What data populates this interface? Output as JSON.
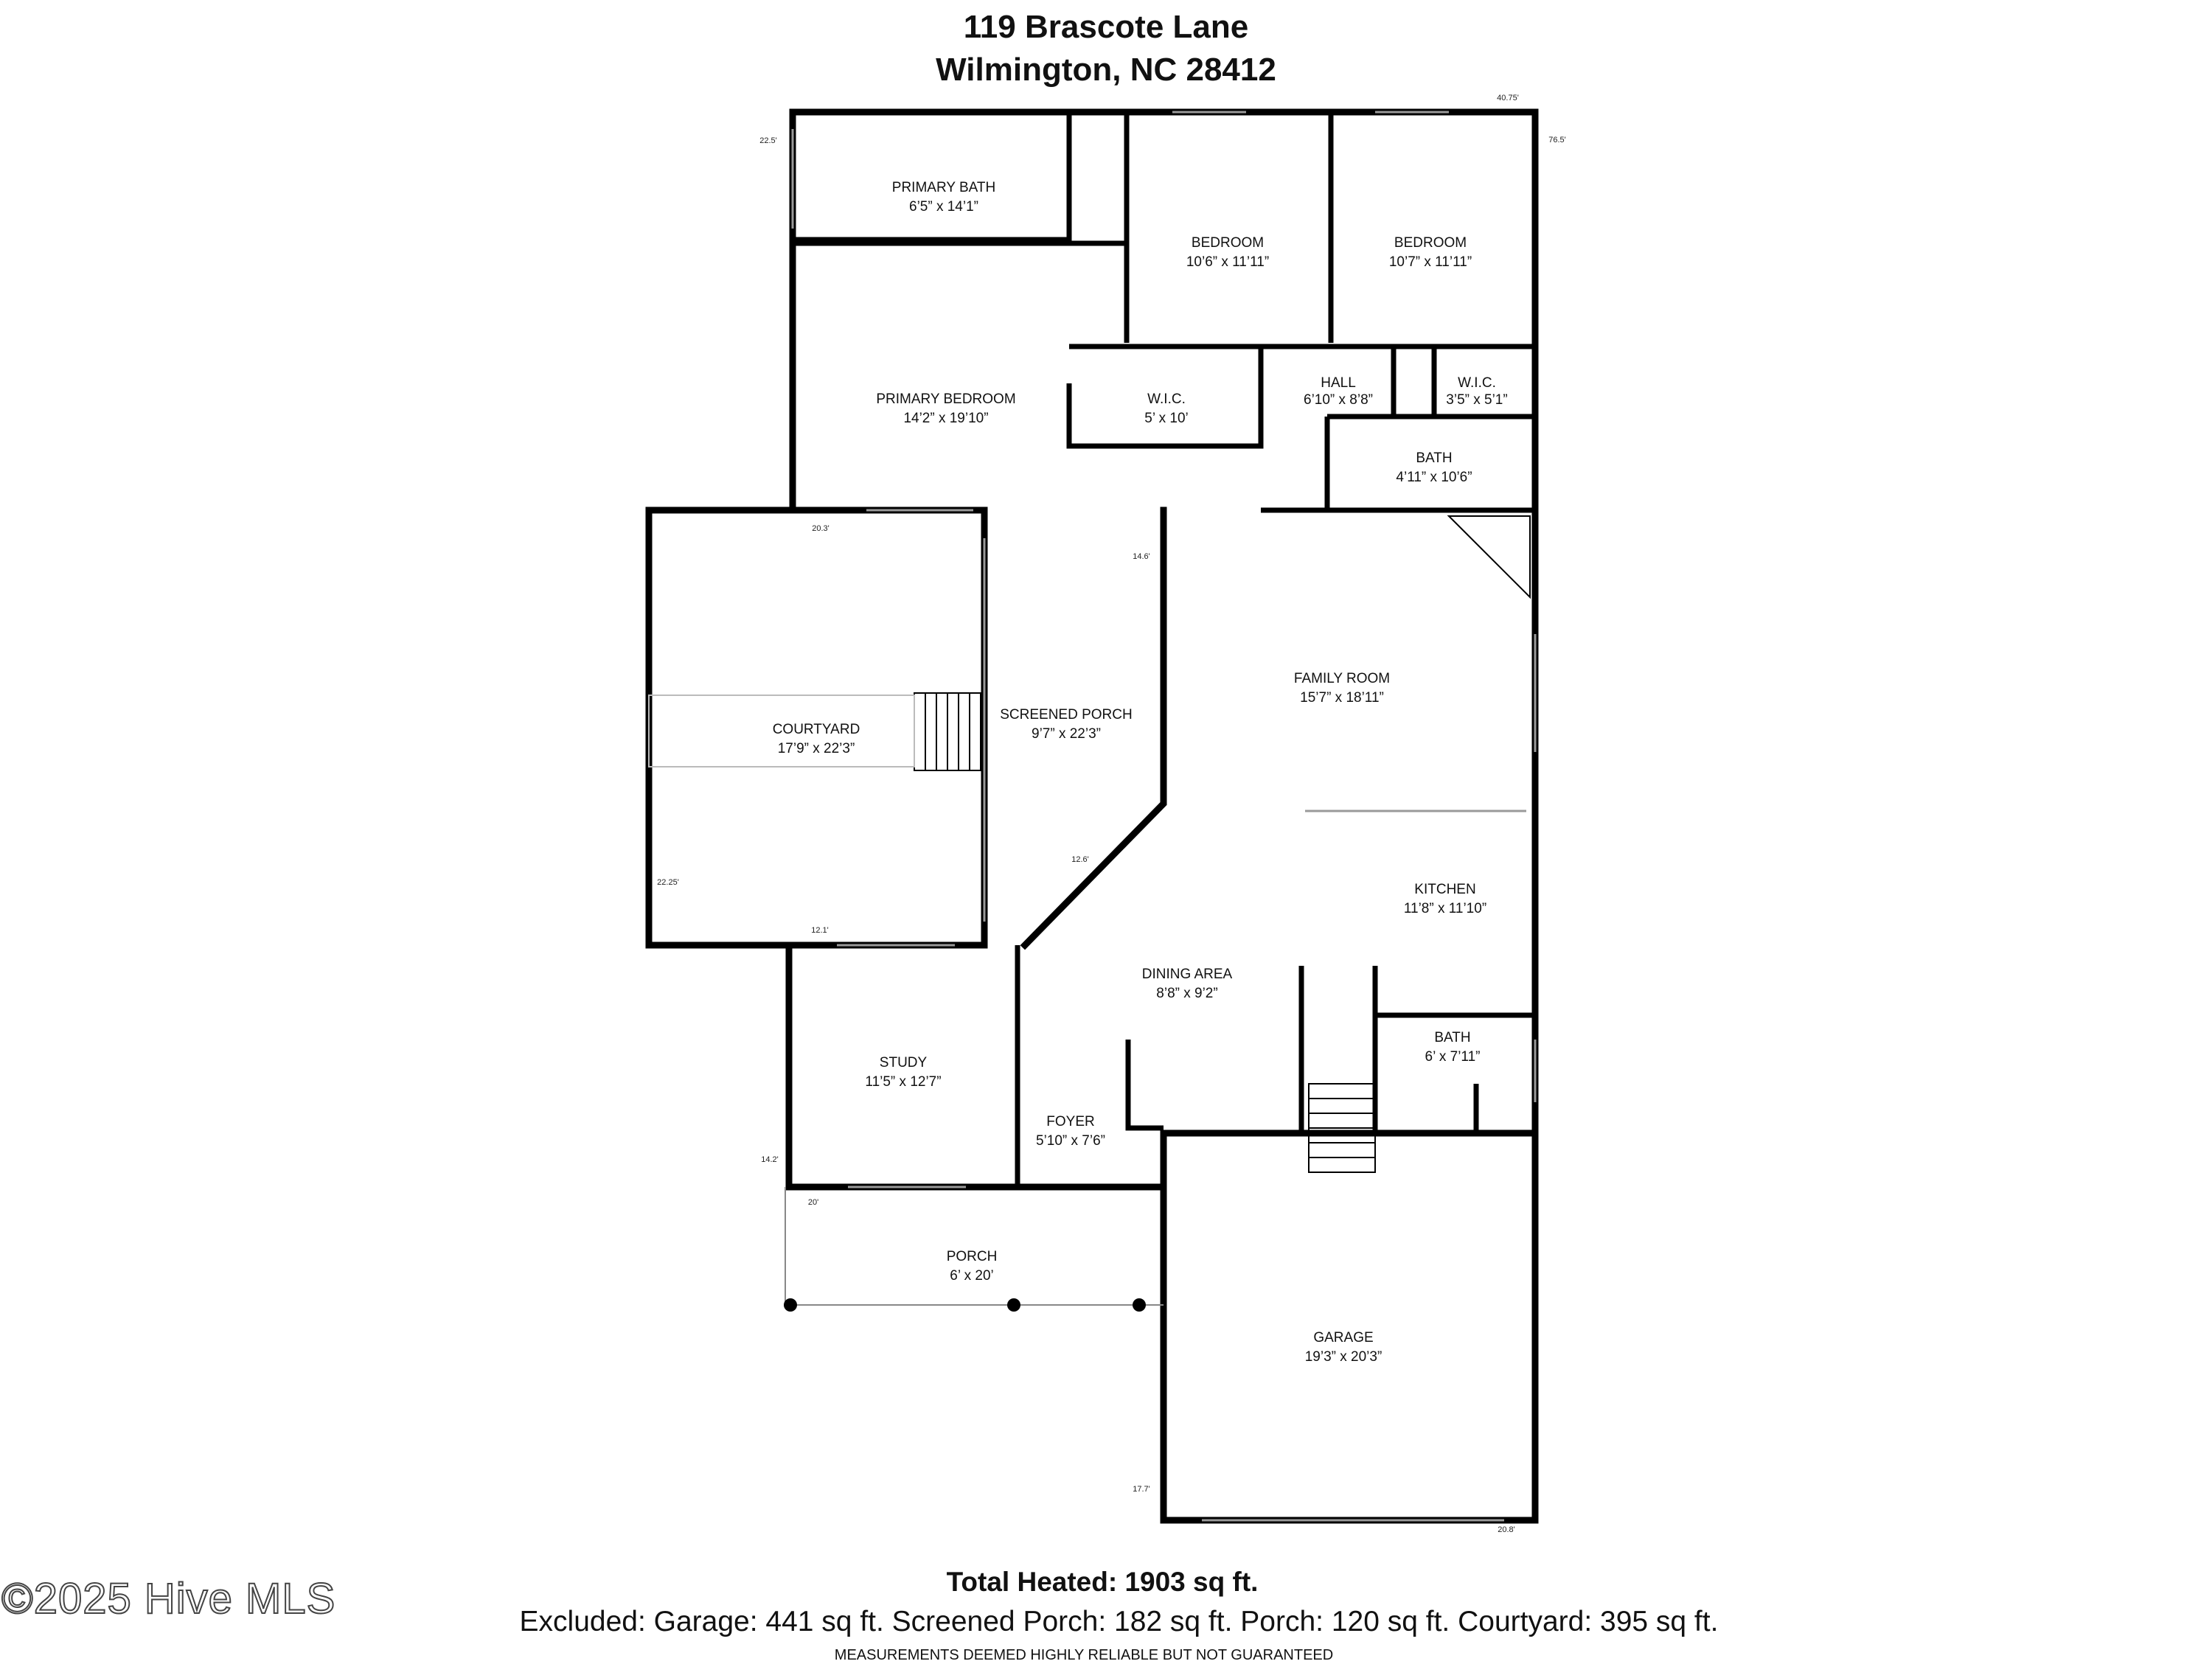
{
  "header": {
    "address_line1": "119 Brascote Lane",
    "address_line2": "Wilmington, NC 28412"
  },
  "rooms": [
    {
      "id": "primary-bath",
      "name": "PRIMARY BATH",
      "dims": "6’5” x 14’1”"
    },
    {
      "id": "bedroom-1",
      "name": "BEDROOM",
      "dims": "10’6” x 11’11”"
    },
    {
      "id": "bedroom-2",
      "name": "BEDROOM",
      "dims": "10’7” x 11’11”"
    },
    {
      "id": "primary-bedroom",
      "name": "PRIMARY BEDROOM",
      "dims": "14’2” x 19’10”"
    },
    {
      "id": "wic-1",
      "name": "W.I.C.",
      "dims": "5’ x 10’"
    },
    {
      "id": "hall",
      "name": "HALL",
      "dims": "6’10” x 8’8”"
    },
    {
      "id": "wic-2",
      "name": "W.I.C.",
      "dims": "3’5” x 5’1”"
    },
    {
      "id": "bath-1",
      "name": "BATH",
      "dims": "4’11” x 10’6”"
    },
    {
      "id": "family-room",
      "name": "FAMILY ROOM",
      "dims": "15’7” x 18’11”"
    },
    {
      "id": "courtyard",
      "name": "COURTYARD",
      "dims": "17’9” x 22’3”"
    },
    {
      "id": "screened-porch",
      "name": "SCREENED PORCH",
      "dims": "9’7” x 22’3”"
    },
    {
      "id": "kitchen",
      "name": "KITCHEN",
      "dims": "11’8” x 11’10”"
    },
    {
      "id": "dining-area",
      "name": "DINING AREA",
      "dims": "8’8” x 9’2”"
    },
    {
      "id": "study",
      "name": "STUDY",
      "dims": "11’5” x 12’7”"
    },
    {
      "id": "bath-2",
      "name": "BATH",
      "dims": "6’ x 7’11”"
    },
    {
      "id": "foyer",
      "name": "FOYER",
      "dims": "5’10” x 7’6”"
    },
    {
      "id": "porch",
      "name": "PORCH",
      "dims": "6’ x 20’"
    },
    {
      "id": "garage",
      "name": "GARAGE",
      "dims": "19’3” x 20’3”"
    }
  ],
  "measurements": [
    "40.75'",
    "76.5'",
    "22.5'",
    "20.3'",
    "14.6'",
    "22.25'",
    "12.6'",
    "12.1'",
    "14.2'",
    "20'",
    "17.7'",
    "20.8'"
  ],
  "footer": {
    "total_heated": "Total Heated: 1903 sq ft.",
    "excluded": "Excluded: Garage: 441 sq ft. Screened Porch: 182 sq ft. Porch: 120 sq ft. Courtyard: 395 sq ft.",
    "disclaimer": "MEASUREMENTS DEEMED HIGHLY RELIABLE BUT NOT GUARANTEED"
  },
  "watermark": "©2025 Hive MLS",
  "colors": {
    "wall": "#000000",
    "window": "#9a9a9a",
    "background": "#ffffff"
  }
}
